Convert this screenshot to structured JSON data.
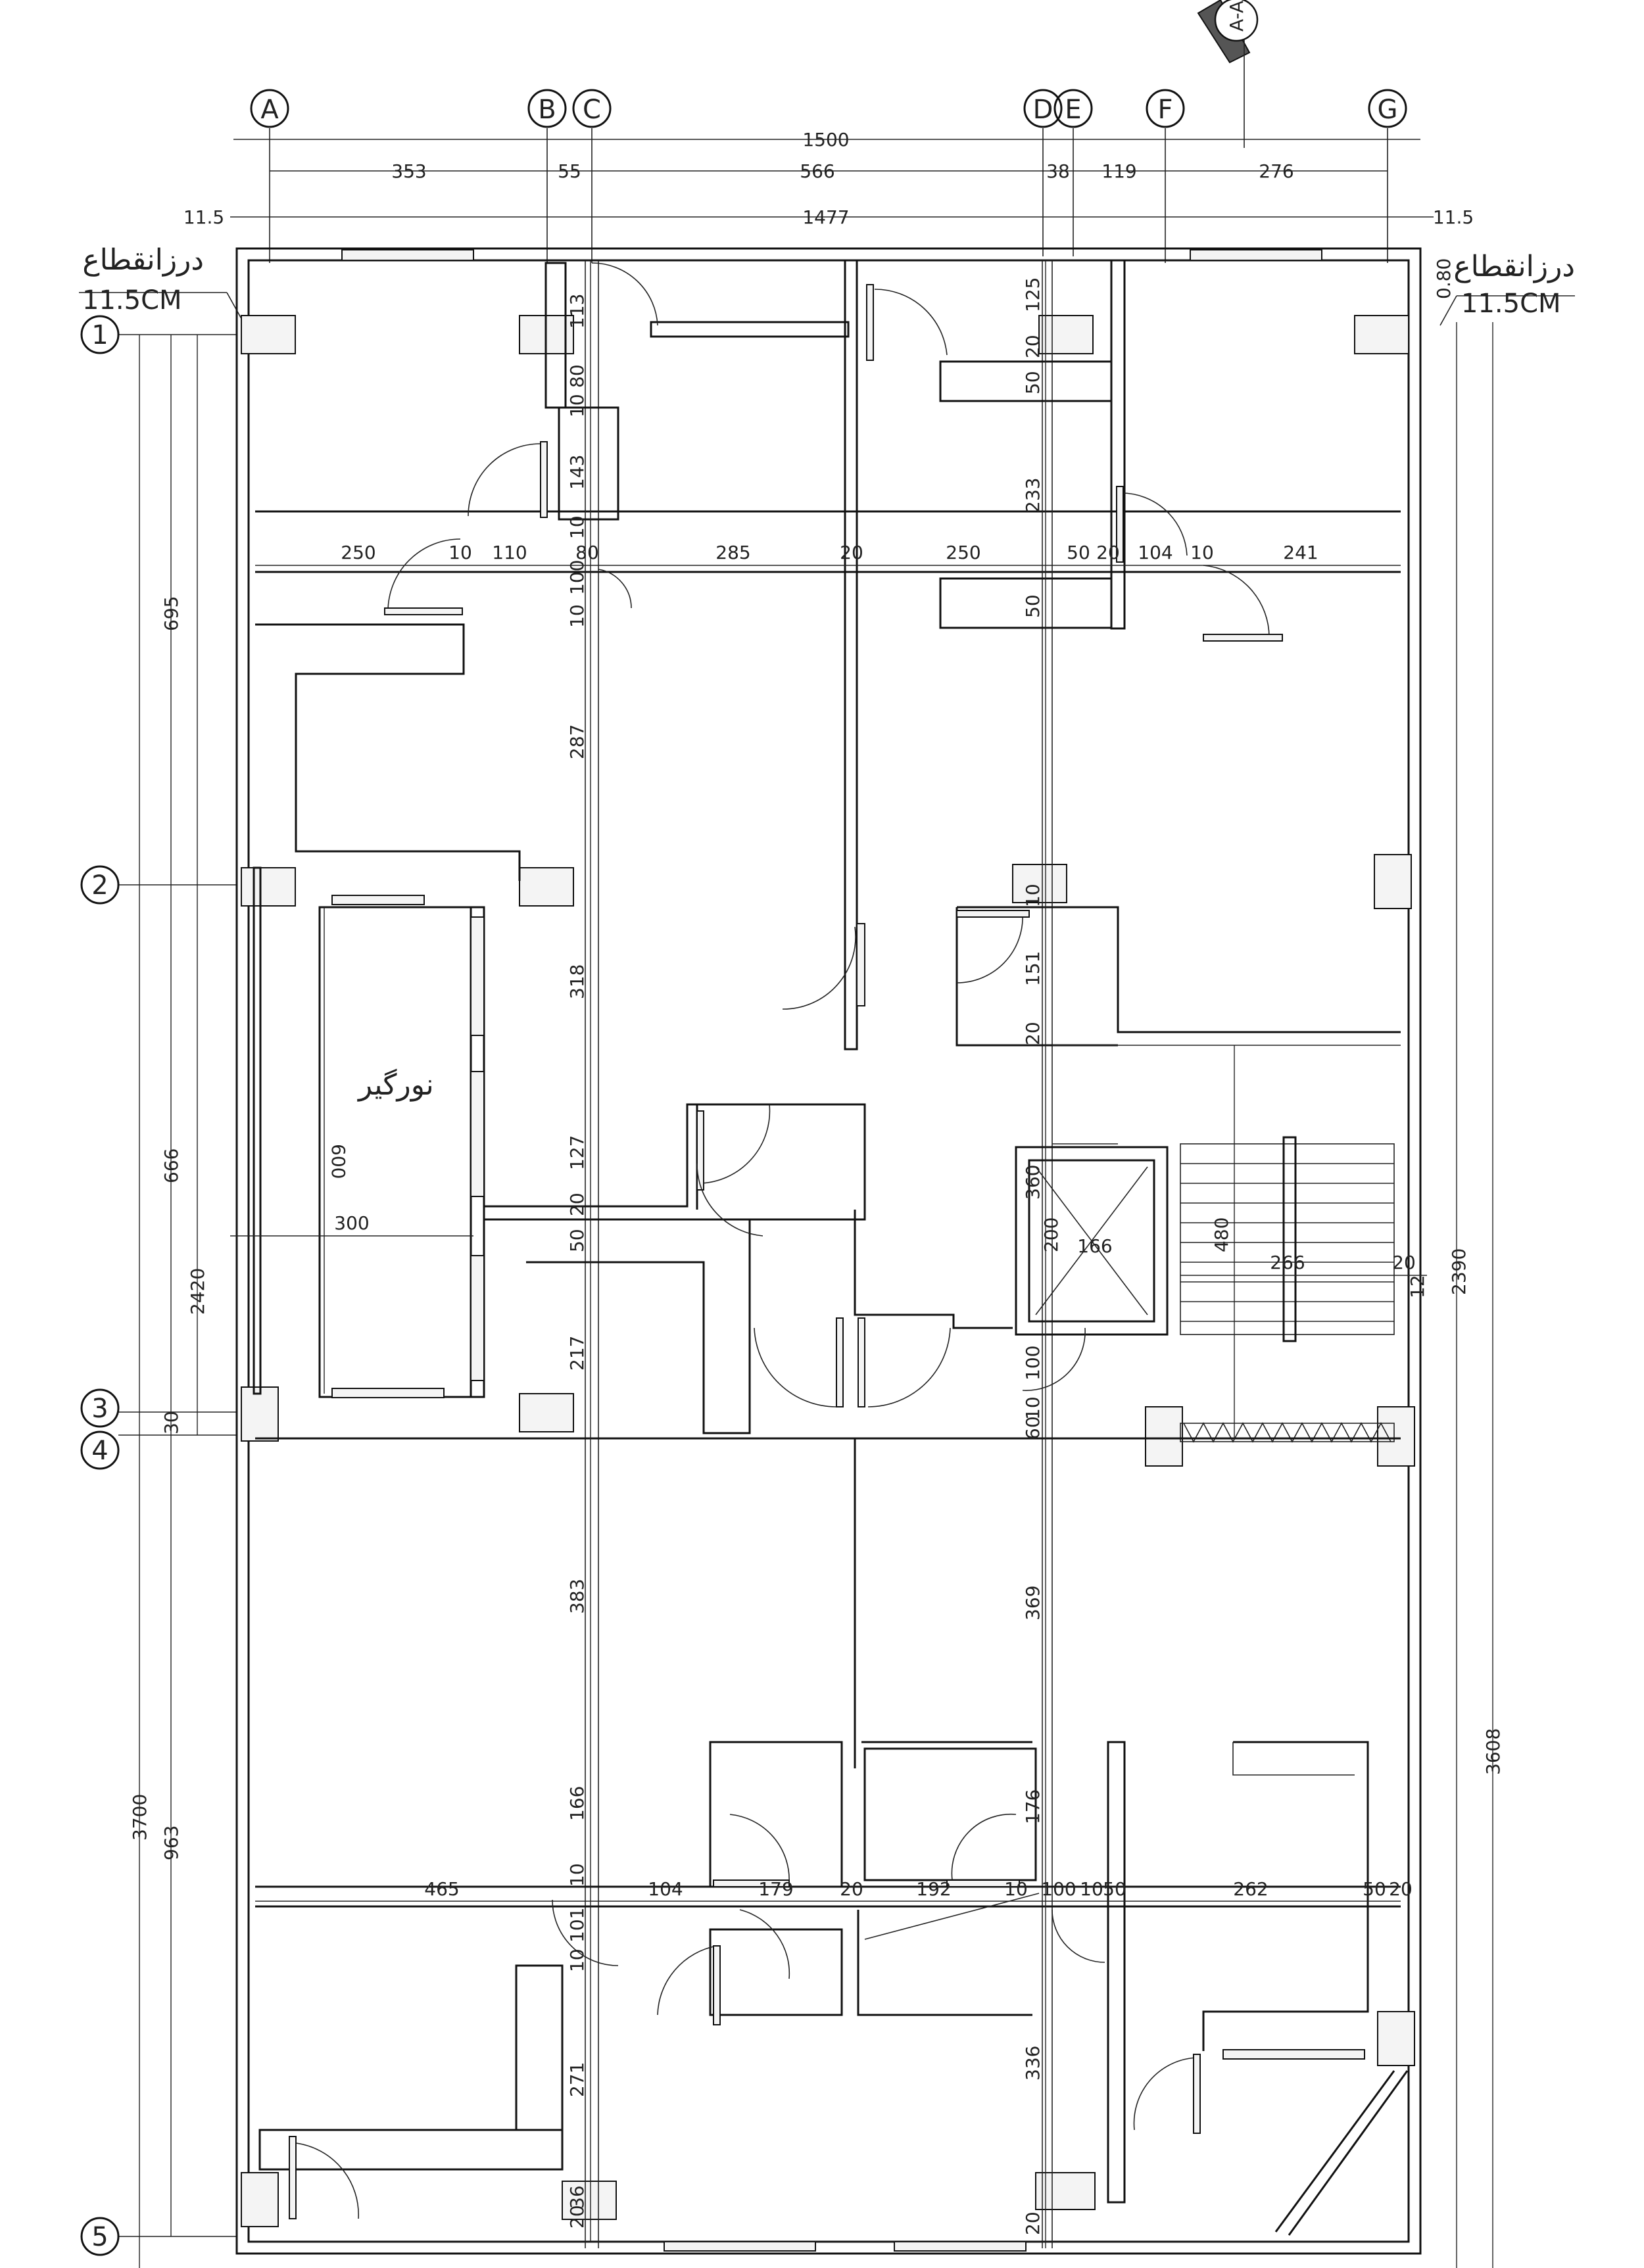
{
  "grid": {
    "columns": [
      "A",
      "B",
      "C",
      "D",
      "E",
      "F",
      "G"
    ],
    "rows": [
      "1",
      "2",
      "3",
      "4",
      "5"
    ]
  },
  "section_mark": "A-A",
  "joint_note": {
    "left_title": "درزانقطاع",
    "left_value": "11.5CM",
    "right_title": "درزانقطاع",
    "right_value": "11.5CM",
    "right_small": "0.80"
  },
  "room_label": "نورگیر",
  "dims_top": {
    "overall": "1500",
    "segments": [
      "353",
      "55",
      "566",
      "38",
      "119",
      "276"
    ],
    "inner_total": "1477",
    "edge_left": "11.5",
    "edge_right": "11.5"
  },
  "dims_left": {
    "outer_total": "3700",
    "mid_total": "2420",
    "seg_top": "695",
    "seg_mid": "666",
    "seg_small": "30",
    "seg_bottom": "963"
  },
  "dims_right": {
    "total": "3608",
    "stair_total": "2390"
  },
  "dims_row1": [
    "250",
    "10",
    "110",
    "80",
    "285",
    "20",
    "250",
    "50",
    "20",
    "104",
    "10",
    "241"
  ],
  "dims_row2": [
    "465",
    "104",
    "179",
    "20",
    "192",
    "10",
    "100",
    "10",
    "50",
    "262",
    "50",
    "20"
  ],
  "dims_col_c": [
    "113",
    "80",
    "10",
    "143",
    "10",
    "100",
    "10",
    "287",
    "318",
    "127",
    "20",
    "50",
    "217",
    "383",
    "166",
    "10",
    "101",
    "10",
    "271",
    "20",
    "36"
  ],
  "dims_col_d": [
    "125",
    "20",
    "50",
    "233",
    "50",
    "10",
    "151",
    "20",
    "360",
    "100",
    "10",
    "60",
    "369",
    "176",
    "336",
    "20"
  ],
  "dims_misc": {
    "light_width": "300",
    "light_height": "600",
    "elevator_height": "200",
    "elevator_width": "166",
    "stair_run": "480",
    "stair_width": "266",
    "stair_gap": "20",
    "stair_small": "12"
  }
}
